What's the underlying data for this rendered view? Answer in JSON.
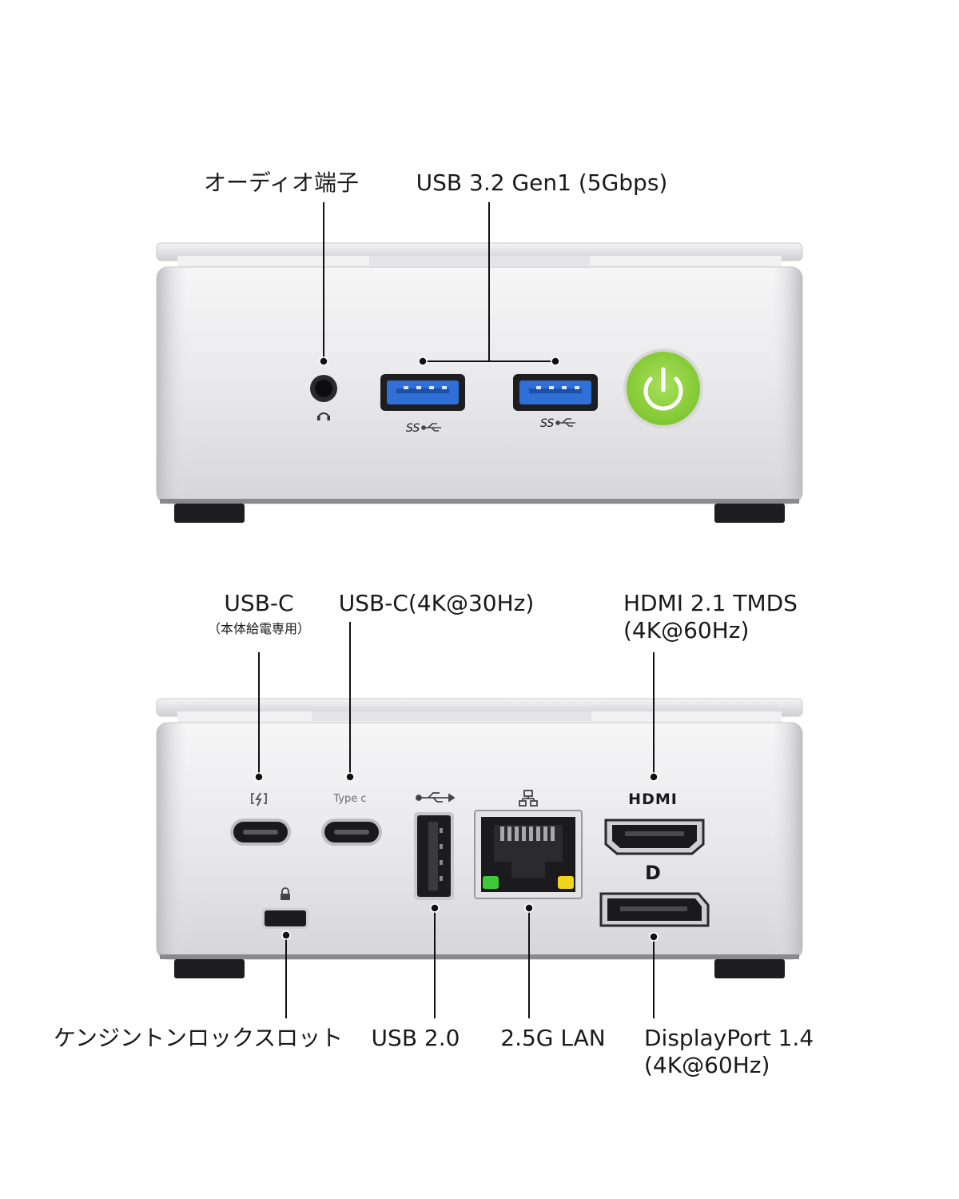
{
  "front": {
    "labels": {
      "audio": "オーディオ端子",
      "usb32": "USB 3.2 Gen1 (5Gbps)"
    },
    "usb_marks": [
      "SS",
      "SS"
    ],
    "power_color": "#8ed23a"
  },
  "back": {
    "labels": {
      "usbc_power": "USB-C",
      "usbc_power_note": "（本体給電専用）",
      "usbc_display": "USB-C(4K@30Hz)",
      "hdmi_line1": "HDMI 2.1 TMDS",
      "hdmi_line2": "(4K@60Hz)",
      "kensington": "ケンジントンロックスロット",
      "usb20": "USB 2.0",
      "lan": "2.5G LAN",
      "dp_line1": "DisplayPort 1.4",
      "dp_line2": "(4K@60Hz)"
    },
    "port_marks": {
      "typec": "Type c",
      "hdmi": "HDMI",
      "dp": "D"
    },
    "led_colors": {
      "left": "#3fc93a",
      "right": "#f2d41a"
    }
  },
  "colors": {
    "usb3_blue": "#2f6fd6",
    "chassis": "#e8e8ea"
  }
}
